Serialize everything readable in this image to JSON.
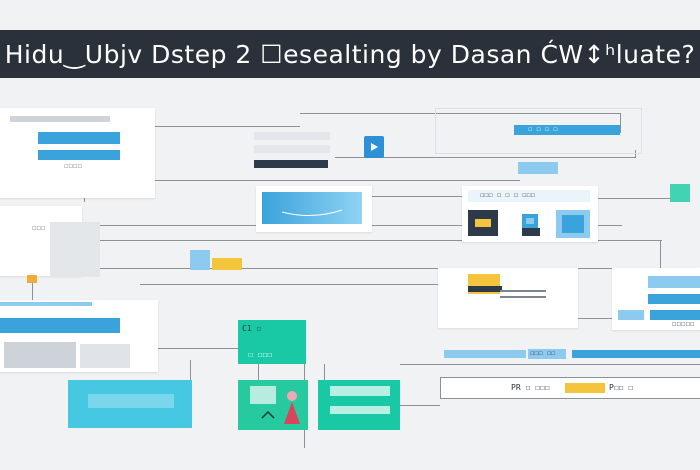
{
  "title": "Hidu‿Ubjv Dstep 2 ☐esealting by Dasan ĆW↕ʰluate?",
  "labels": {
    "top_right_tag": "☐ ☐ ☐ ☐",
    "middle_card_header": "☐☐☐ ☐ ☐ ☐ ☐☐☐",
    "teal_card_line1": "C1 ☐",
    "teal_card_line2": "☐ ☐☐☐",
    "bottom_right_tag": "☐☐☐ ☐☐",
    "bottom_right_row_left": "PR ☐ ☐☐☐",
    "bottom_right_row_right": "P☐☐ ☐",
    "right_card_caption": "☐☐☐☐☐",
    "left_card_caption": "☐☐☐☐",
    "left_card2_caption": "☐☐☐"
  },
  "colors": {
    "title_bg": "#2a313b",
    "accent_blue": "#3aa3db",
    "accent_teal": "#19c9a6",
    "accent_yellow": "#f4c43d",
    "connector": "#8a9199"
  },
  "icons": [
    "play-icon",
    "document-icon",
    "chart-icon",
    "person-icon",
    "monitor-icon",
    "folder-icon"
  ]
}
